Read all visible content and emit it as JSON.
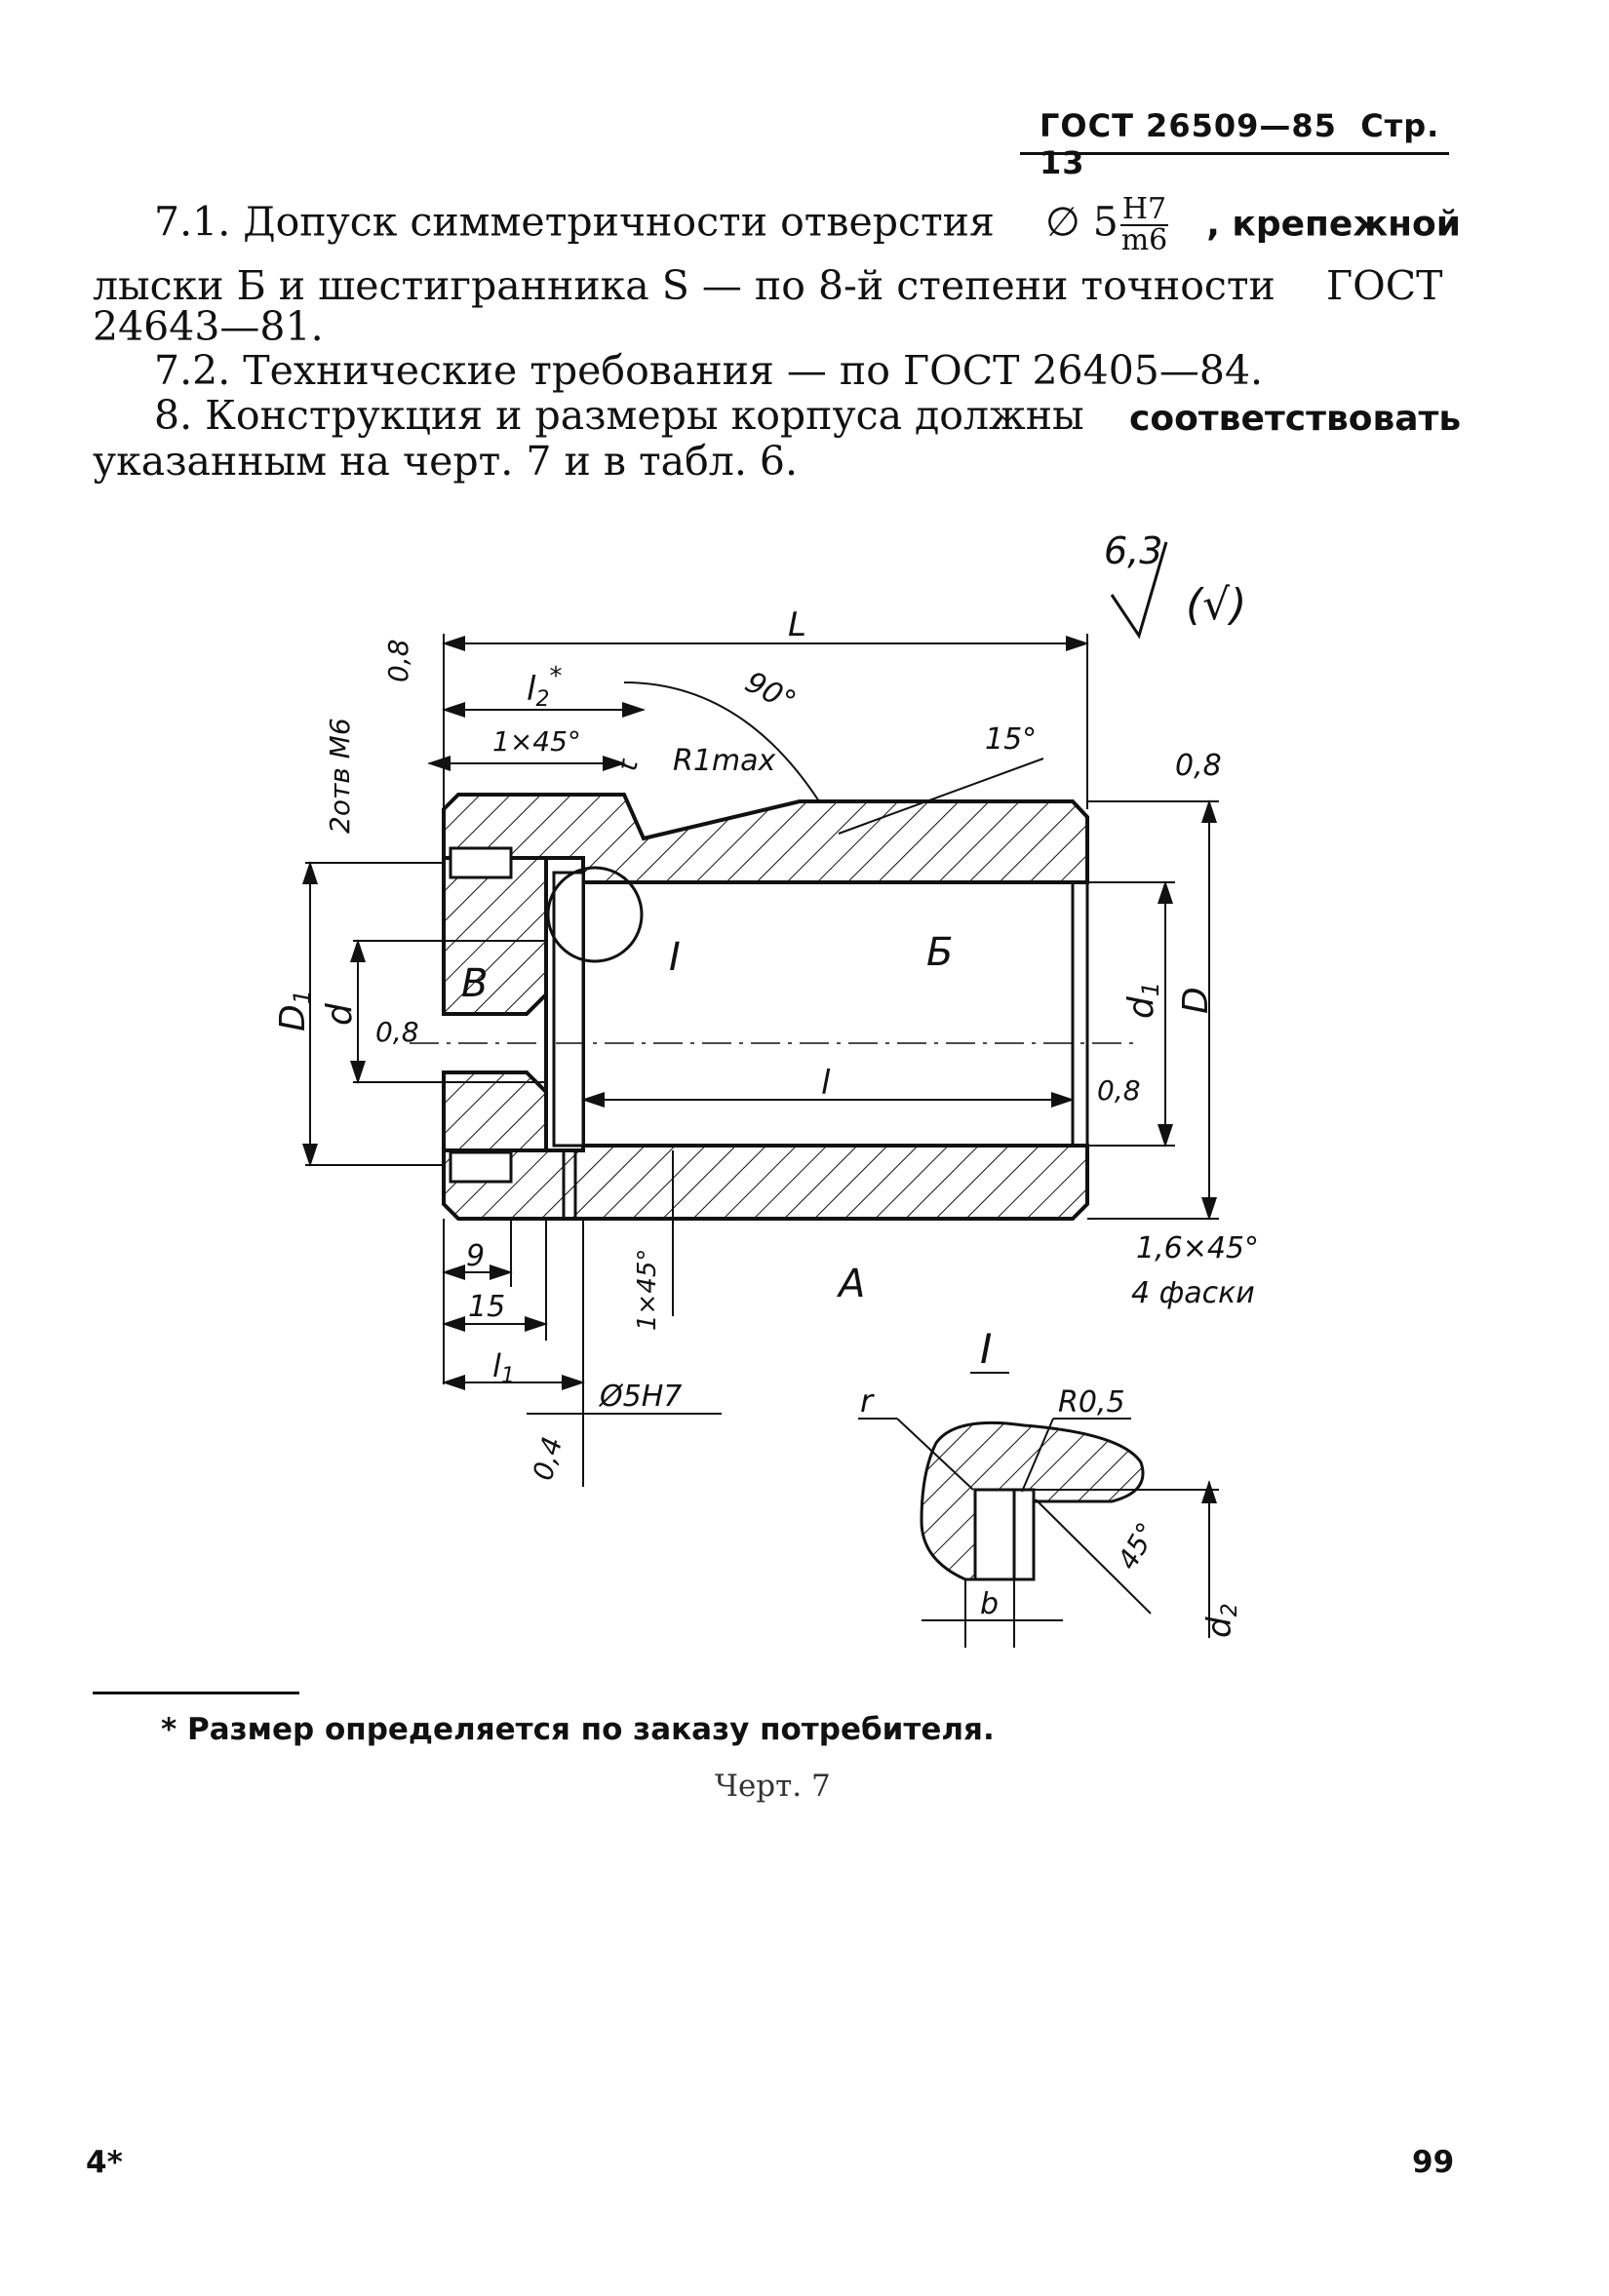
{
  "header": {
    "standard": "ГОСТ 26509—85",
    "page": "Стр. 13"
  },
  "paragraphs": {
    "p71_a": "7.1. Допуск симметричности отверстия",
    "p71_sym": "∅ 5",
    "p71_num": "H7",
    "p71_den": "m6",
    "p71_b": ", крепежной",
    "p71_c": "лыски Б и шестигранника S — по 8-й степени точности",
    "p71_gost": "ГОСТ",
    "p71_d": "24643—81.",
    "p72": "7.2. Технические требования — по ГОСТ 26405—84.",
    "p8_a": "8. Конструкция и размеры корпуса должны",
    "p8_b": "соответствовать",
    "p8_c": "указанным на черт. 7 и в табл. 6."
  },
  "drawing": {
    "roughness_general": "6,3",
    "roughness_paren": "(√)",
    "dims": {
      "L": "L",
      "l2": "l",
      "l2_sub": "2",
      "l2_star": "*",
      "angle90": "90°",
      "chamfer1": "1×45°",
      "t": "t",
      "r1max": "R1max",
      "angle15": "15°",
      "thread": "2отв М6",
      "rough08_left": "0,8",
      "rough08_right": "0,8",
      "rough08_bore": "0,8",
      "rough08_inner": "0,8",
      "rough04": "0,4",
      "label_I": "I",
      "label_B": "Б",
      "label_V": "В",
      "label_A": "А",
      "D1": "D",
      "D1_sub": "1",
      "d": "d",
      "d1": "d",
      "d1_sub": "1",
      "D": "D",
      "l": "l",
      "dim9": "9",
      "dim15": "15",
      "l1": "l",
      "l1_sub": "1",
      "chamfer_vert": "1×45°",
      "hole": "Ø5Н7",
      "chamfer4": "1,6×45°",
      "chamfer4_note": "4 фаски"
    },
    "detail": {
      "title": "I",
      "r": "r",
      "r05": "R0,5",
      "angle45": "45°",
      "b": "b",
      "d2": "d",
      "d2_sub": "2"
    }
  },
  "footnote": "* Размер определяется по заказу потребителя.",
  "caption": "Черт. 7",
  "footer": {
    "left": "4*",
    "right": "99"
  }
}
